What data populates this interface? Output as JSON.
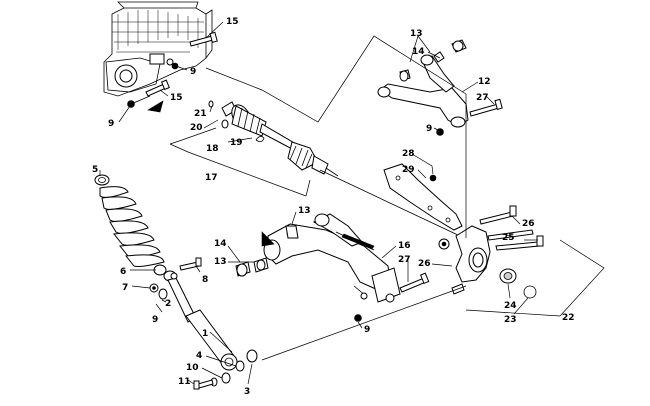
{
  "callouts": [
    {
      "id": "c15a",
      "text": "15"
    },
    {
      "id": "c9a",
      "text": "9"
    },
    {
      "id": "c15b",
      "text": "15"
    },
    {
      "id": "c9b",
      "text": "9"
    },
    {
      "id": "c21",
      "text": "21"
    },
    {
      "id": "c20",
      "text": "20"
    },
    {
      "id": "c19",
      "text": "19"
    },
    {
      "id": "c18",
      "text": "18"
    },
    {
      "id": "c17",
      "text": "17"
    },
    {
      "id": "c13a",
      "text": "13"
    },
    {
      "id": "c14a",
      "text": "14"
    },
    {
      "id": "c12",
      "text": "12"
    },
    {
      "id": "c27a",
      "text": "27"
    },
    {
      "id": "c9c",
      "text": "9"
    },
    {
      "id": "c28",
      "text": "28"
    },
    {
      "id": "c29",
      "text": "29"
    },
    {
      "id": "c5",
      "text": "5"
    },
    {
      "id": "c13b",
      "text": "13"
    },
    {
      "id": "c14b",
      "text": "14"
    },
    {
      "id": "c13c",
      "text": "13"
    },
    {
      "id": "c8",
      "text": "8"
    },
    {
      "id": "c16",
      "text": "16"
    },
    {
      "id": "c27b",
      "text": "27"
    },
    {
      "id": "c26a",
      "text": "26"
    },
    {
      "id": "c25",
      "text": "25"
    },
    {
      "id": "c26b",
      "text": "26"
    },
    {
      "id": "c24",
      "text": "24"
    },
    {
      "id": "c23",
      "text": "23"
    },
    {
      "id": "c22",
      "text": "22"
    },
    {
      "id": "c6",
      "text": "6"
    },
    {
      "id": "c7",
      "text": "7"
    },
    {
      "id": "c2",
      "text": "2"
    },
    {
      "id": "c9d",
      "text": "9"
    },
    {
      "id": "c9e",
      "text": "9"
    },
    {
      "id": "c1",
      "text": "1"
    },
    {
      "id": "c4",
      "text": "4"
    },
    {
      "id": "c10",
      "text": "10"
    },
    {
      "id": "c11",
      "text": "11"
    },
    {
      "id": "c3",
      "text": "3"
    }
  ]
}
